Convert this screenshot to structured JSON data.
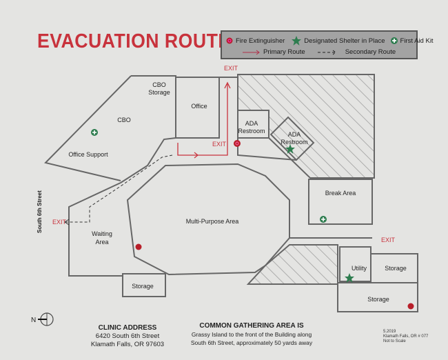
{
  "title": "EVACUATION ROUTE",
  "legend": {
    "fire_extinguisher": "Fire Extinguisher",
    "shelter": "Designated Shelter in Place",
    "first_aid": "First Aid Kit",
    "primary_route": "Primary Route",
    "secondary_route": "Secondary Route"
  },
  "rooms": {
    "cbo_storage_1": "CBO",
    "cbo_storage_2": "Storage",
    "office": "Office",
    "cbo": "CBO",
    "office_support": "Office Support",
    "ada1_1": "ADA",
    "ada1_2": "Restroom",
    "ada2_1": "ADA",
    "ada2_2": "Restroom",
    "break_area": "Break Area",
    "multi_purpose": "Multi-Purpose Area",
    "waiting_1": "Waiting",
    "waiting_2": "Area",
    "storage_left": "Storage",
    "utility": "Utility",
    "storage_right": "Storage",
    "storage_bottom": "Storage"
  },
  "exits": [
    "EXIT",
    "EXIT",
    "EXIT",
    "EXIT"
  ],
  "street_label": "South 6th Street",
  "compass": "N",
  "clinic": {
    "heading": "CLINIC ADDRESS",
    "line1": "6420 South 6th Street",
    "line2": "Klamath Falls, OR 97603"
  },
  "gathering": {
    "heading": "COMMON GATHERING AREA IS",
    "line1": "Grassy Island to the front of the Building along",
    "line2": "South 6th Street, approximately 50 yards away"
  },
  "meta": {
    "date": "5.2019",
    "location": "Klamath Falls, OR # 077",
    "scale": "Not to Scale"
  },
  "colors": {
    "title": "#c8323c",
    "route": "#c8323c",
    "shelter": "#2e7d4f",
    "first_aid": "#2e7d4f",
    "extinguisher": "#b81f2a"
  }
}
